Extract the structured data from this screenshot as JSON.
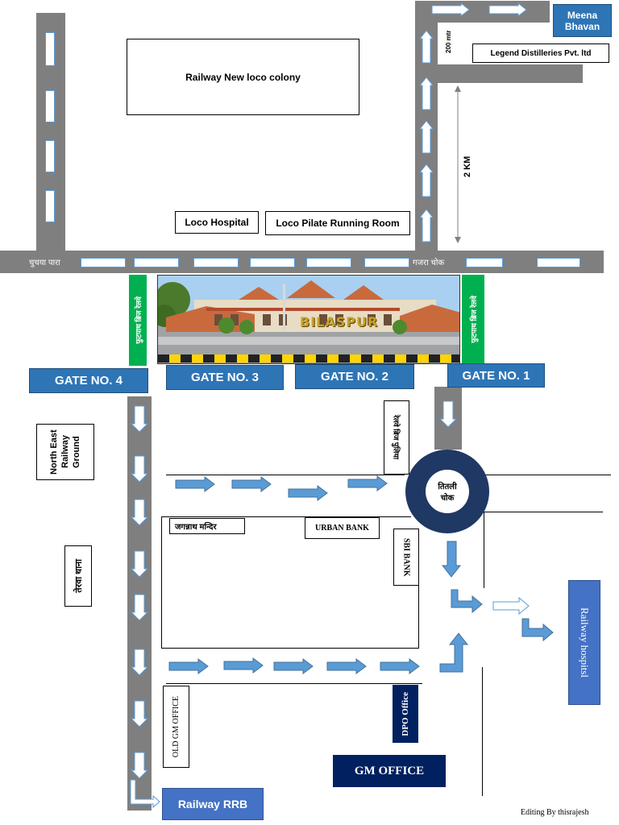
{
  "labels": {
    "new_loco_colony": "Railway New loco colony",
    "loco_hospital": "Loco Hospital",
    "loco_pilot_room": "Loco Pilate Running Room",
    "meena_bhavan": "Meena Bhavan",
    "legend_distilleries": "Legend Distilleries Pvt. ltd",
    "dist_200": "200 mtr",
    "dist_2km": "2 KM",
    "chuchuhiya_para": "चुचया पारा",
    "gajra_chowk": "गजरा चोक",
    "footbridge_left": "फुटपाथ ब्रिज रेलवे",
    "footbridge_right": "फुटपाथ ब्रिज रेलवे",
    "station_name": "BILASPUR",
    "gate4": "GATE NO. 4",
    "gate3": "GATE NO. 3",
    "gate2": "GATE NO. 2",
    "gate1": "GATE NO. 1",
    "ne_railway_ground": "North East Railway Ground",
    "telipara_thana": "तेरवा थाना",
    "railway_bridge_vertical": "रेलवे ब्रिज पुलिया",
    "titli_chowk": "तितली चोक",
    "jagannath_mandir": "जगन्नाथ मन्दिर",
    "urban_bank": "URBAN BANK",
    "sbi_bank": "SBI BANK",
    "railway_hospital": "Railway hospitsl",
    "old_gm_office": "OLD GM OFFICE",
    "dpo_office": "DPO Office",
    "gm_office": "GM OFFICE",
    "railway_rrb": "Railway RRB",
    "credit": "Editing By thisrajesh"
  },
  "colors": {
    "road": "#7f7f7f",
    "arrow_fill": "#5b9bd5",
    "gate_blue": "#2e75b6",
    "navy": "#002060",
    "footbridge_green": "#00b050",
    "hospital_blue": "#4472c4"
  }
}
